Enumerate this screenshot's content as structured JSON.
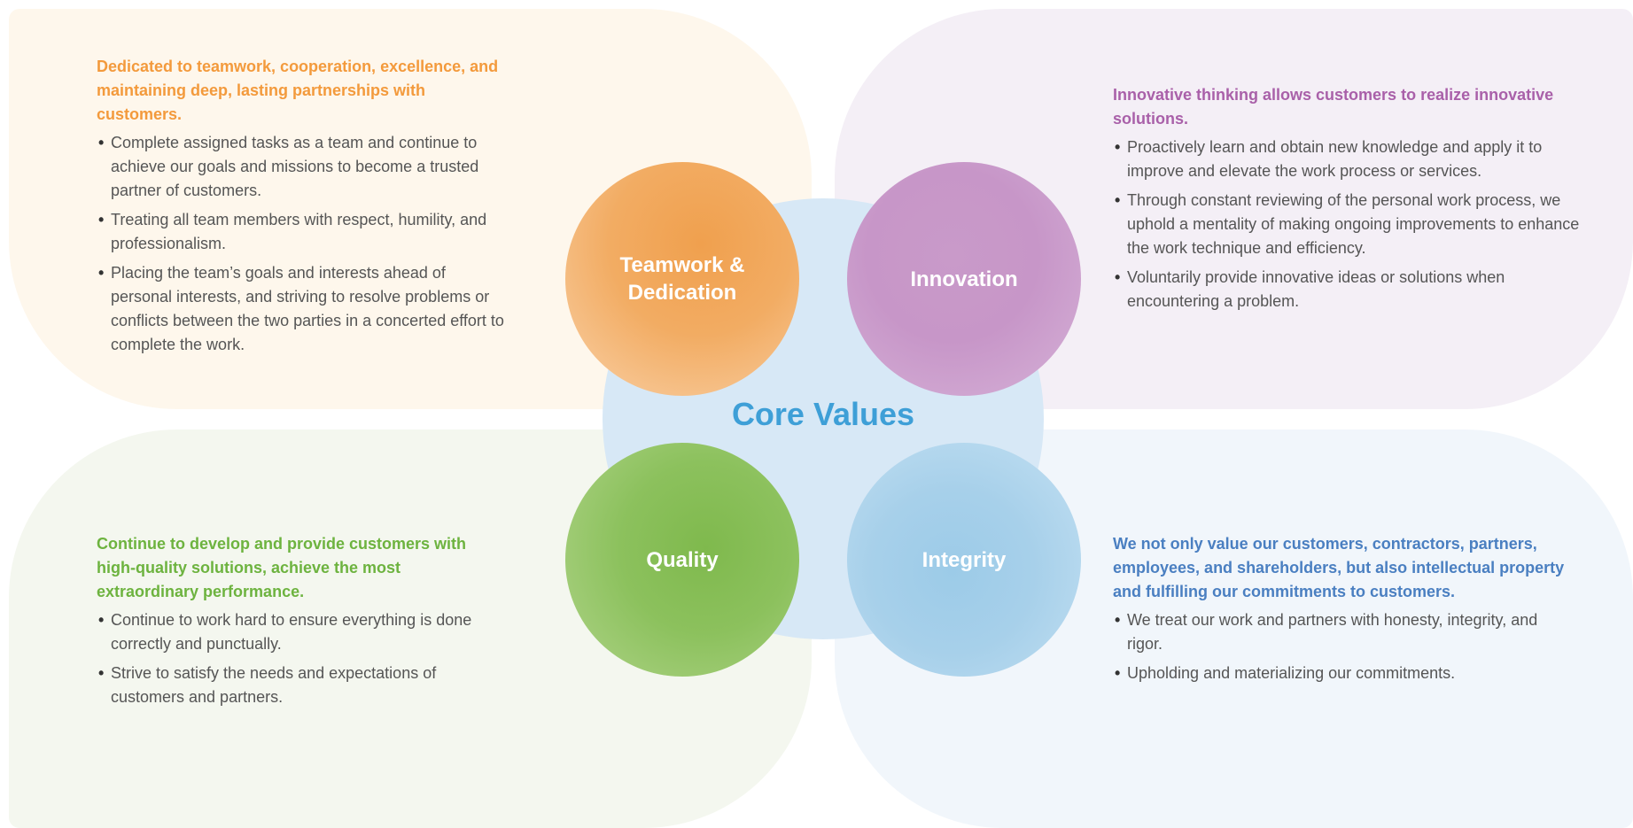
{
  "center": {
    "title": "Core Values"
  },
  "colors": {
    "teamwork": "#f39a3c",
    "innovation": "#a960a9",
    "quality": "#6db33f",
    "integrity": "#4a7fc1",
    "center_title": "#3e9fd7"
  },
  "values": {
    "teamwork": {
      "circle_label": "Teamwork &\nDedication",
      "headline": "Dedicated to teamwork, cooperation, excellence, and maintaining deep, lasting partnerships with customers.",
      "bullets": [
        "Complete assigned tasks as a team and continue to achieve our goals and missions to become a trusted partner of customers.",
        "Treating all team members with respect, humility, and professionalism.",
        "Placing the team’s goals and interests ahead of personal interests, and striving to resolve problems or conflicts between the two parties in a concerted effort to complete the work."
      ]
    },
    "innovation": {
      "circle_label": "Innovation",
      "headline": "Innovative thinking allows customers to realize innovative solutions.",
      "bullets": [
        "Proactively learn and obtain new knowledge and apply it to improve and elevate the work process or services.",
        "Through constant reviewing of the personal work process, we uphold a mentality of making ongoing improvements to enhance the work technique and efficiency.",
        "Voluntarily provide innovative ideas or solutions when encountering a problem."
      ]
    },
    "quality": {
      "circle_label": "Quality",
      "headline": "Continue to develop and provide customers with high-quality solutions, achieve the most extraordinary performance.",
      "bullets": [
        "Continue to work hard to ensure everything is done correctly and punctually.",
        "Strive to satisfy the needs and expectations of customers and partners."
      ]
    },
    "integrity": {
      "circle_label": "Integrity",
      "headline": "We not only value our customers, contractors, partners, employees, and shareholders, but also intellectual property and fulfilling our commitments to customers.",
      "bullets": [
        "We treat our work and partners with honesty, integrity, and rigor.",
        "Upholding and materializing our commitments."
      ]
    }
  }
}
